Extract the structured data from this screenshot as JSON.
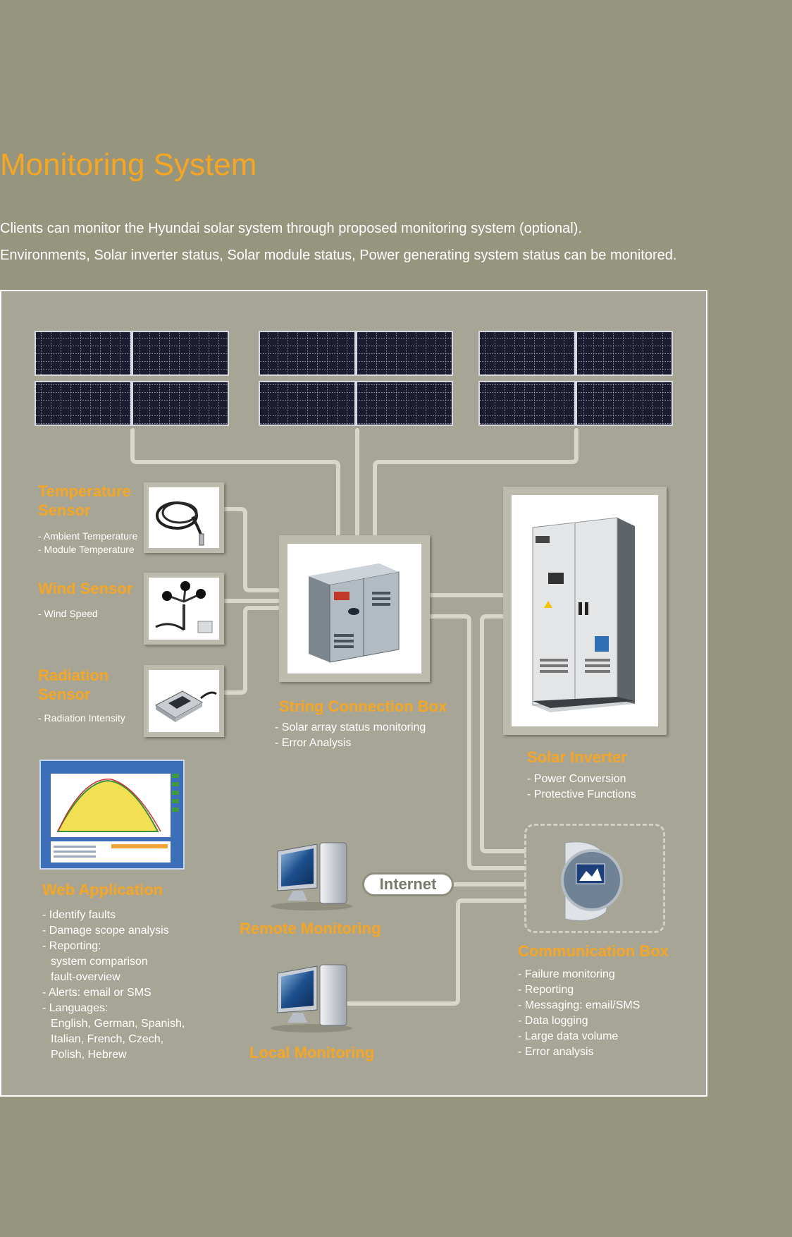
{
  "page": {
    "title": "Monitoring System",
    "intro_1": "Clients can monitor the Hyundai solar system through proposed monitoring system (optional).",
    "intro_2": "Environments, Solar inverter status, Solar module status, Power generating system status can be monitored."
  },
  "colors": {
    "background": "#96967f",
    "panel": "#a7a696",
    "accent": "#f7a623",
    "text": "#ffffff",
    "wire": "#d8d7c9"
  },
  "diagram": {
    "temperature_sensor": {
      "label_1": "Temperature",
      "label_2": "Sensor",
      "items": [
        "- Ambient Temperature",
        "- Module Temperature"
      ]
    },
    "wind_sensor": {
      "label": "Wind Sensor",
      "items": [
        "- Wind Speed"
      ]
    },
    "radiation_sensor": {
      "label_1": "Radiation",
      "label_2": "Sensor",
      "items": [
        "- Radiation Intensity"
      ]
    },
    "string_box": {
      "label": "String Connection Box",
      "items": [
        "- Solar array status monitoring",
        "- Error Analysis"
      ]
    },
    "inverter": {
      "label": "Solar Inverter",
      "items": [
        "- Power Conversion",
        "- Protective Functions"
      ]
    },
    "web_app": {
      "label": "Web Application",
      "items": [
        "- Identify faults",
        "- Damage scope analysis",
        "- Reporting:",
        "system comparison",
        "fault-overview",
        "- Alerts: email or SMS",
        "- Languages:",
        "English, German, Spanish,",
        "Italian, French, Czech,",
        "Polish, Hebrew"
      ]
    },
    "remote_monitoring": {
      "label": "Remote Monitoring"
    },
    "local_monitoring": {
      "label": "Local Monitoring"
    },
    "internet": {
      "label": "Internet"
    },
    "comm_box": {
      "label": "Communication Box",
      "items": [
        "- Failure monitoring",
        "- Reporting",
        "- Messaging: email/SMS",
        "- Data logging",
        "- Large data volume",
        "- Error analysis"
      ]
    }
  }
}
